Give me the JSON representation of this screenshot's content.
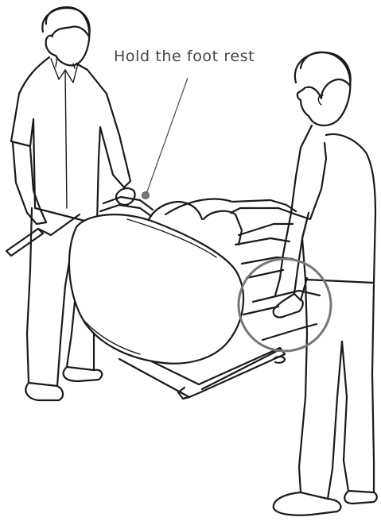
{
  "callout": {
    "label": "Hold the foot rest"
  },
  "colors": {
    "line": "#1a1a1a",
    "callout_text": "#444444",
    "leader": "#555555",
    "leader_dot": "#777777",
    "highlight_circle": "#777777",
    "background": "#ffffff"
  },
  "figures": [
    {
      "name": "left-person",
      "icon": "person-holding-foot-rest"
    },
    {
      "name": "right-person",
      "icon": "person-holding-chair-base"
    },
    {
      "name": "massage-chair",
      "icon": "massage-chair-tilted"
    }
  ]
}
